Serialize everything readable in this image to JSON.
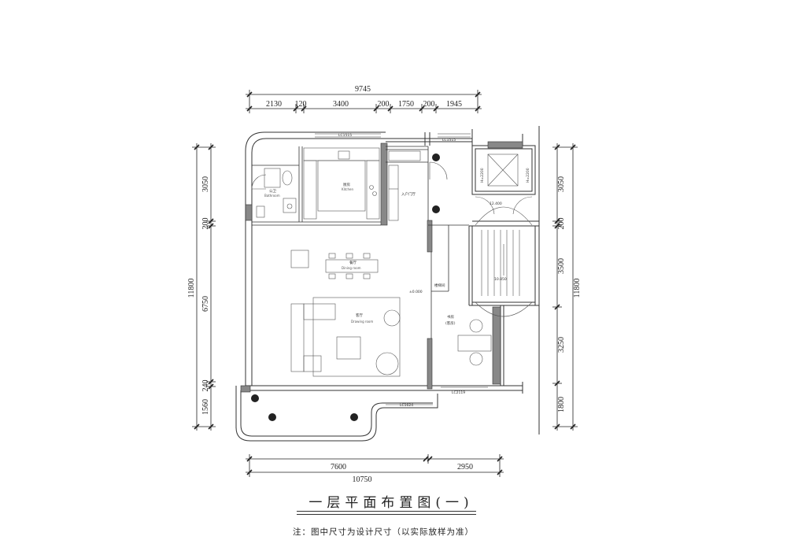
{
  "dimensions": {
    "top_total": "9745",
    "top_segments": [
      "2130",
      "120",
      "3400",
      "200",
      "1750",
      "200",
      "1945"
    ],
    "bottom_total": "10750",
    "bottom_segments": [
      "7600",
      "2950"
    ],
    "left_total": "11800",
    "left_segments": [
      "3050",
      "200",
      "6750",
      "240",
      "1560"
    ],
    "right_total": "11800",
    "right_segments": [
      "3050",
      "200",
      "3500",
      "3250",
      "1800"
    ]
  },
  "windows": {
    "lc1515_a": "LC1515",
    "lc1515_b": "LC1515",
    "lc1624": "LC1624",
    "lc2119": "LC2119"
  },
  "rooms": {
    "kitchen": {
      "cn": "厨房",
      "en": "Kitchen"
    },
    "bathroom": {
      "cn": "公卫",
      "en": "Bathroom"
    },
    "entrance": {
      "cn": "入户门厅"
    },
    "dining": {
      "cn": "餐厅",
      "en": "Dining room"
    },
    "living": {
      "cn": "客厅",
      "en": "Drawing room"
    },
    "bedroom": {
      "cn": "书房",
      "sub": "(客房)"
    },
    "stair": {
      "cn": "楼梯间"
    },
    "elevator_h_left": "H=2200",
    "elevator_h_right": "H=2200",
    "level_upper": "12.400",
    "level_lower": "10.850",
    "main_level": "±0.000"
  },
  "title": "一层平面布置图(一)",
  "note": "注：图中尺寸为设计尺寸（以实际放样为准）"
}
